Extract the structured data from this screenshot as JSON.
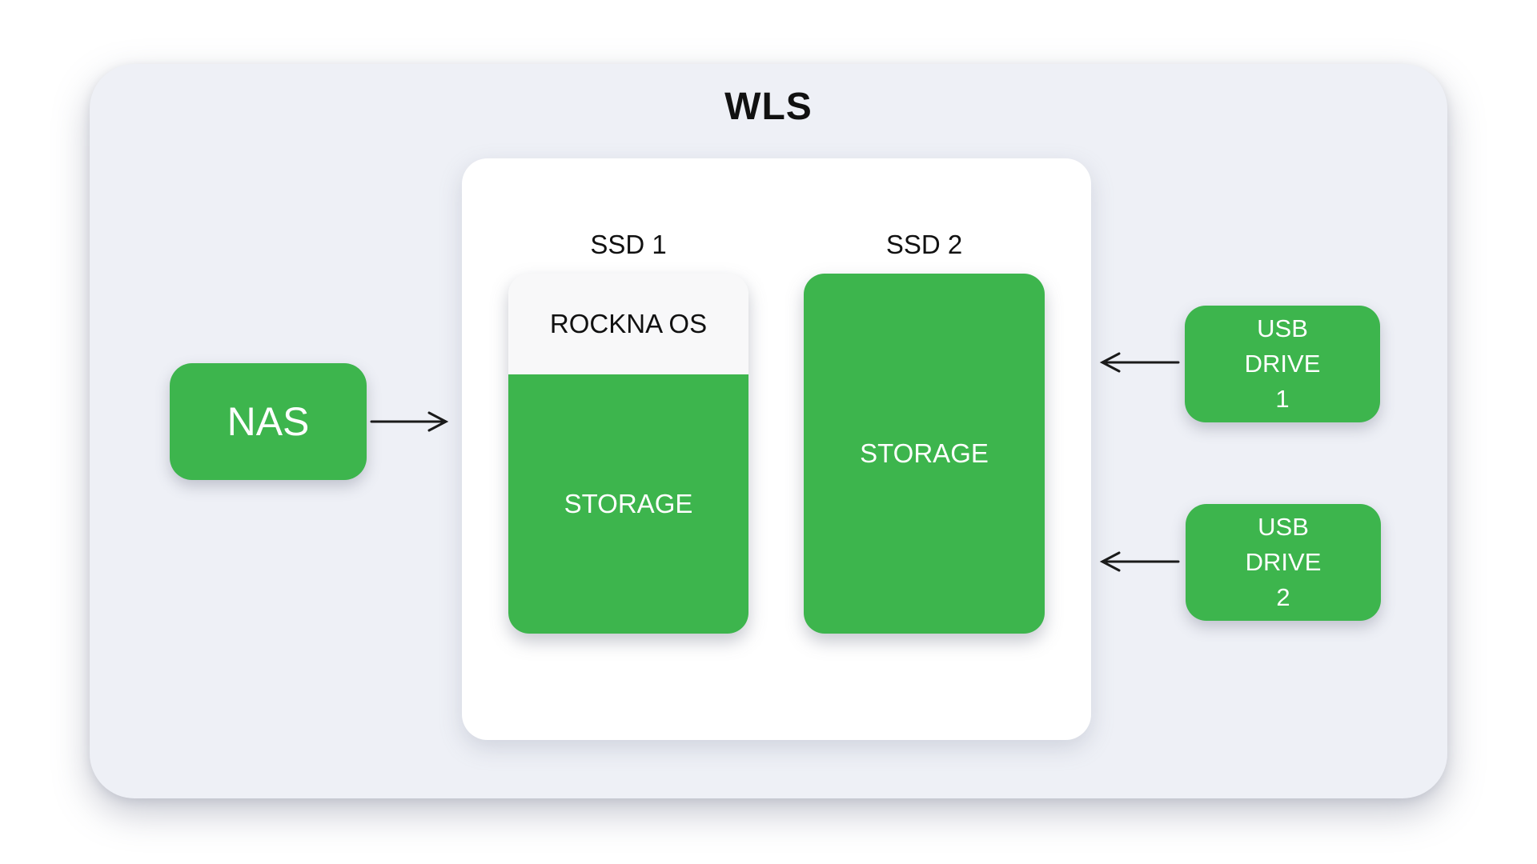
{
  "wls": {
    "title": "WLS"
  },
  "nas": {
    "label": "NAS"
  },
  "ssd1": {
    "label": "SSD 1",
    "os_label": "ROCKNA OS",
    "storage_label": "STORAGE"
  },
  "ssd2": {
    "label": "SSD 2",
    "storage_label": "STORAGE"
  },
  "usb_drive_1": {
    "lines": [
      "USB",
      "DRIVE",
      "1"
    ]
  },
  "usb_drive_2": {
    "lines": [
      "USB",
      "DRIVE",
      "2"
    ]
  },
  "connections": [
    {
      "from": "NAS",
      "to": "WLS",
      "direction": "right"
    },
    {
      "from": "USB DRIVE 1",
      "to": "WLS",
      "direction": "left"
    },
    {
      "from": "USB DRIVE 2",
      "to": "WLS",
      "direction": "left"
    }
  ],
  "colors": {
    "green": "#3db54d",
    "container_bg": "#eef0f6",
    "panel_bg": "#ffffff",
    "os_section_bg": "#f8f8f9",
    "text_dark": "#111111",
    "text_on_green": "#ffffff",
    "arrow": "#1a1a1a"
  }
}
